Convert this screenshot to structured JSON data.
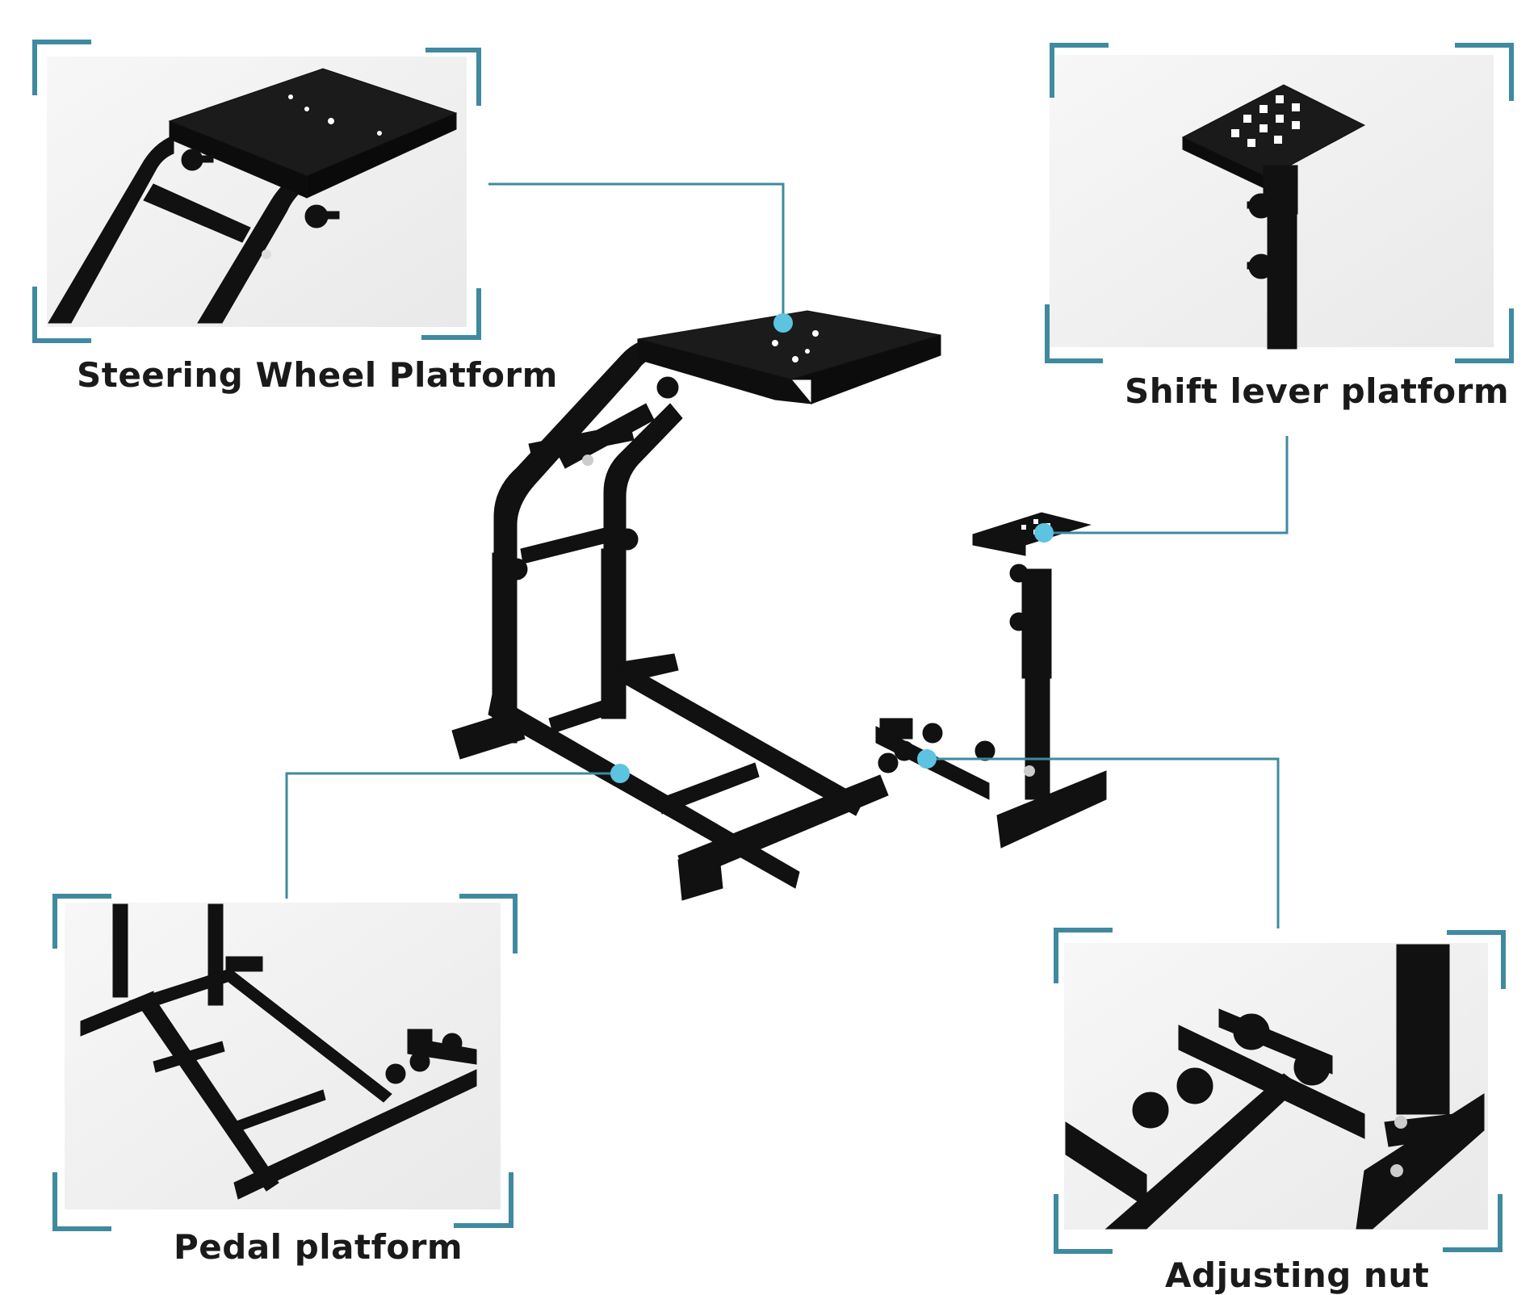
{
  "accent_color": "#3f8aa0",
  "dot_color": "#5cc3e0",
  "callouts": {
    "steering": {
      "label": "Steering Wheel Platform",
      "icon": "steering-wheel-platform-photo"
    },
    "shifter": {
      "label": "Shift lever platform",
      "icon": "shift-lever-platform-photo"
    },
    "pedal": {
      "label": "Pedal platform",
      "icon": "pedal-platform-photo"
    },
    "nut": {
      "label": "Adjusting nut",
      "icon": "adjusting-nut-photo"
    }
  },
  "main_product": {
    "icon": "racing-wheel-stand-photo"
  }
}
